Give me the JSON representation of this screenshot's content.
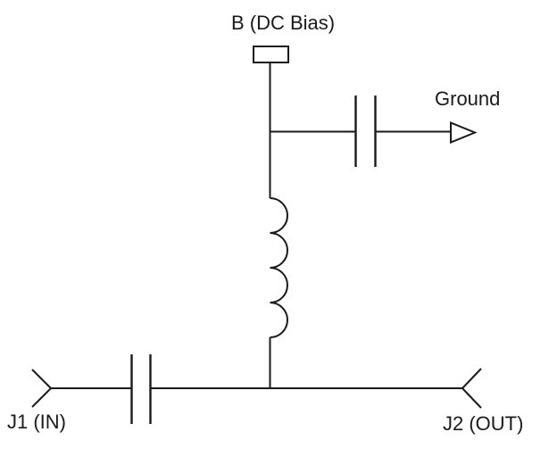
{
  "colors": {
    "background": "#ffffff",
    "line": "#1a1a1a"
  },
  "schematic": {
    "labels": {
      "dc_bias": "B (DC Bias)",
      "ground": "Ground",
      "j1_in": "J1 (IN)",
      "j2_out": "J2 (OUT)"
    },
    "symbols": [
      "dc-bias-terminal-pad",
      "rf-choke-inductor",
      "capacitor-to-ground",
      "ground-arrow",
      "series-dc-block-capacitor",
      "j1-input-connector",
      "j2-output-connector"
    ]
  }
}
